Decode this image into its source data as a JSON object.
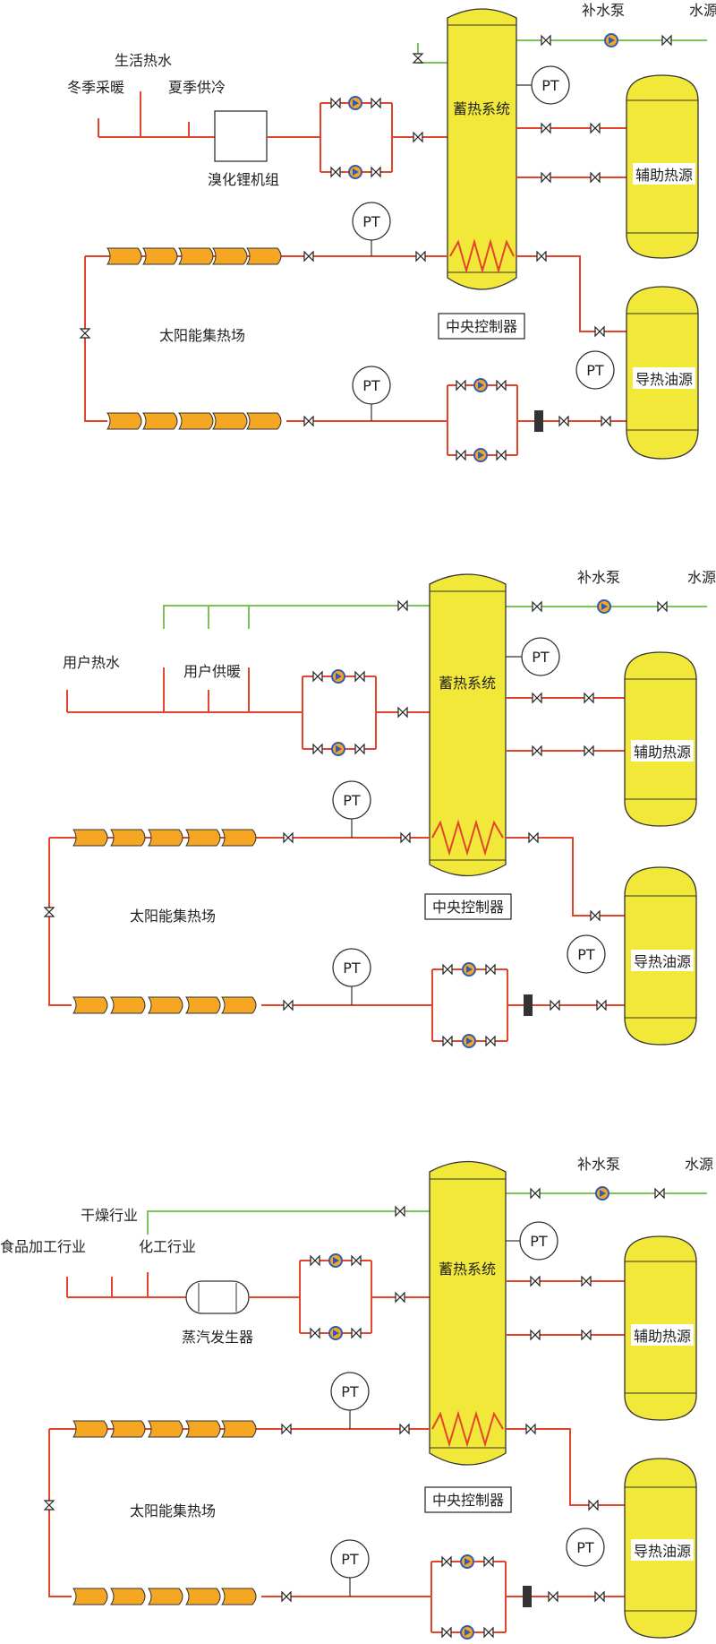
{
  "panels": [
    {
      "labels": {
        "winter_heating": "冬季采暖",
        "domestic_hot_water": "生活热水",
        "summer_cooling": "夏季供冷",
        "chiller": "溴化锂机组",
        "storage": "蓄热系统",
        "makeup_pump": "补水泵",
        "water_source": "水源",
        "aux_heat": "辅助热源",
        "solar_field": "太阳能集热场",
        "controller": "中央控制器",
        "oil_source": "导热油源",
        "pt": "PT"
      }
    },
    {
      "labels": {
        "user_hot_water": "用户热水",
        "user_heating": "用户供暖",
        "storage": "蓄热系统",
        "makeup_pump": "补水泵",
        "water_source": "水源",
        "aux_heat": "辅助热源",
        "solar_field": "太阳能集热场",
        "controller": "中央控制器",
        "oil_source": "导热油源",
        "pt": "PT"
      }
    },
    {
      "labels": {
        "drying": "干燥行业",
        "food": "食品加工行业",
        "chemical": "化工行业",
        "steam_gen": "蒸汽发生器",
        "storage": "蓄热系统",
        "makeup_pump": "补水泵",
        "water_source": "水源",
        "aux_heat": "辅助热源",
        "solar_field": "太阳能集热场",
        "controller": "中央控制器",
        "oil_source": "导热油源",
        "pt": "PT"
      }
    }
  ],
  "colors": {
    "hot_pipe": "#e2452b",
    "water_pipe": "#7cc35a",
    "vessel": "#f2e83a",
    "collector": "#f5a623",
    "pump": "#f5a623",
    "pump_ring": "#2e5cb8"
  }
}
